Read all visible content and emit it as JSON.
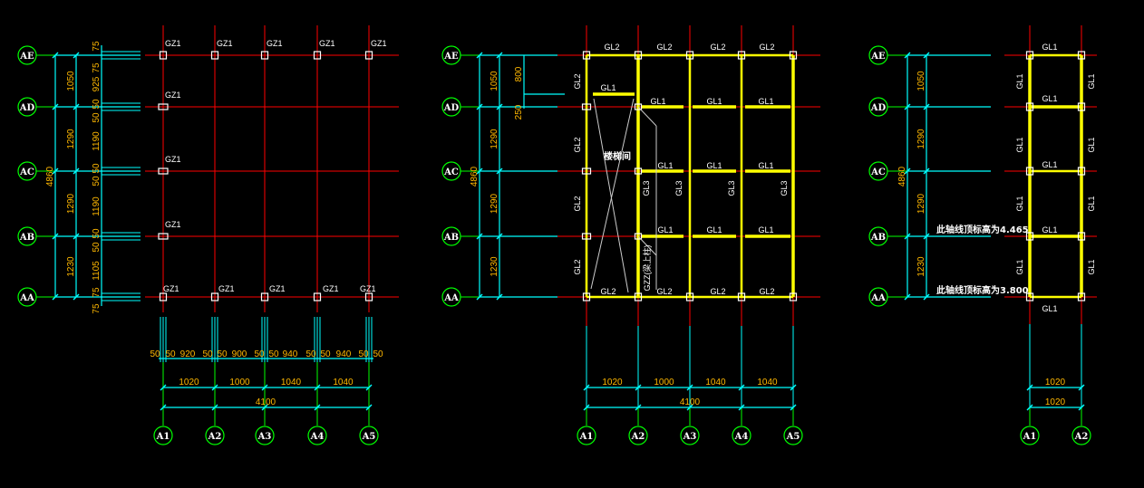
{
  "colors": {
    "background": "#000000",
    "grid": "#ff0000",
    "beam": "#ffff00",
    "dimension": "#00ffff",
    "dimension_text": "#ffb800",
    "axis_bubble": "#00ff00",
    "label": "#ffffff"
  },
  "row_axes": [
    "AE",
    "AD",
    "AC",
    "AB",
    "AA"
  ],
  "row_spacings": [
    "1050",
    "1290",
    "1290",
    "1230"
  ],
  "row_total": "4860",
  "col_spacings": [
    "1020",
    "1000",
    "1040",
    "1040"
  ],
  "col_total": "4100",
  "plan1": {
    "col_axes": [
      "A1",
      "A2",
      "A3",
      "A4",
      "A5"
    ],
    "column_tag": "GZ1",
    "detail_dims_vertical": [
      "75",
      "75",
      "925",
      "50",
      "50",
      "1190",
      "50",
      "50",
      "1190",
      "50",
      "50",
      "1105",
      "75",
      "75"
    ],
    "detail_dims_horizontal": [
      "50",
      "50",
      "920",
      "50",
      "50",
      "900",
      "50",
      "50",
      "940",
      "50",
      "50",
      "940",
      "50",
      "50"
    ]
  },
  "plan2": {
    "col_axes": [
      "A1",
      "A2",
      "A3",
      "A4",
      "A5"
    ],
    "top_beam": "GL2",
    "bottom_beam": "GL2",
    "left_beam": "GL2",
    "mid_beam": "GL1",
    "vert_beam": "GL3",
    "stair_label": "楼梯间",
    "stair_beam": "GL1",
    "column_note": "GZZ(梁上柱)",
    "dim_800": "800",
    "dim_250": "250"
  },
  "plan3": {
    "col_axes": [
      "A1",
      "A2"
    ],
    "beam": "GL1",
    "note_top": "此轴线顶标高为4.465",
    "note_bottom": "此轴线顶标高为3.800",
    "col_spacing": "1020",
    "col_total": "1020"
  }
}
